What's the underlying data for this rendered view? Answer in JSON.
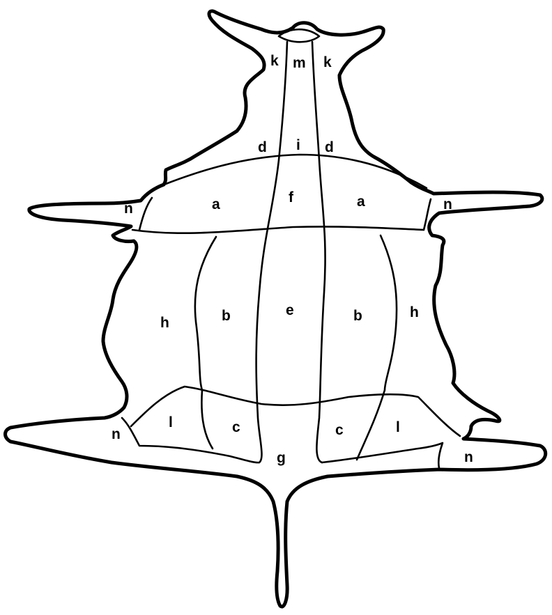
{
  "labels": {
    "k_left": "k",
    "m": "m",
    "k_right": "k",
    "d_left": "d",
    "i": "i",
    "d_right": "d",
    "n_upper_left": "n",
    "a_left": "a",
    "f": "f",
    "a_right": "a",
    "n_upper_right": "n",
    "h_left": "h",
    "b_left": "b",
    "e": "e",
    "b_right": "b",
    "h_right": "h",
    "n_lower_left": "n",
    "l_left": "l",
    "c_left": "c",
    "g": "g",
    "c_right": "c",
    "l_right": "l",
    "n_lower_right": "n"
  }
}
